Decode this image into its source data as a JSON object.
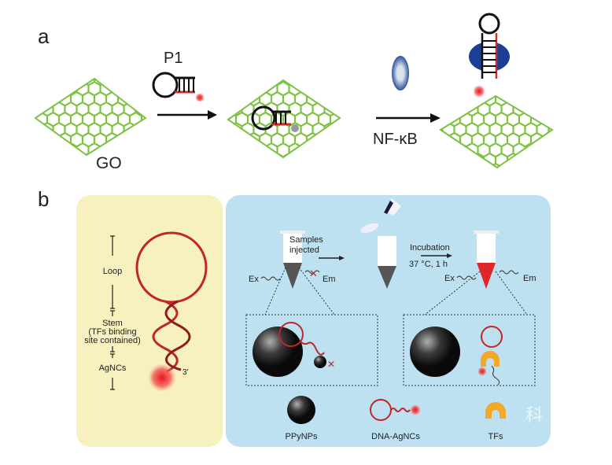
{
  "panel_a": {
    "label": "a",
    "go_label": "GO",
    "probe_label": "P1",
    "target_label": "NF-κB"
  },
  "panel_b": {
    "label": "b",
    "probe_diagram": {
      "loop": "Loop",
      "stem": "Stem",
      "stem_note_1": "(TFs binding",
      "stem_note_2": "site contained)",
      "agncs": "AgNCs",
      "end_label": "3'"
    },
    "workflow": {
      "step1_line1": "Samples",
      "step1_line2": "injected",
      "step2_line1": "Incubation",
      "step2_line2": "37 °C, 1 h",
      "ex": "Ex",
      "em": "Em"
    },
    "legend": [
      "PPyNPs",
      "DNA-AgNCs",
      "TFs"
    ]
  },
  "watermark": "科",
  "colors": {
    "graphene": "#7dc242",
    "dna": "#c0262b",
    "yellow_panel": "#f7f1bf",
    "blue_panel": "#bde1f0",
    "tf": "#f2a928"
  }
}
